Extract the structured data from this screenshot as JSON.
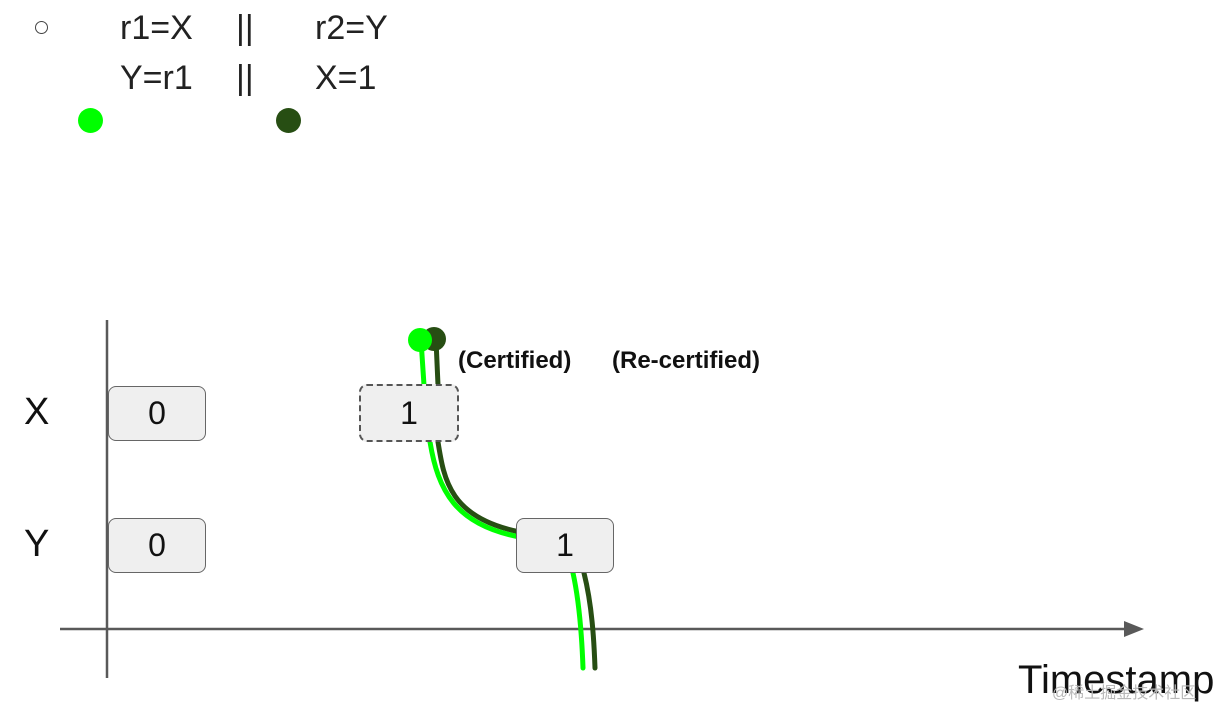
{
  "program": {
    "line1": {
      "left": "r1=X",
      "sep": "||",
      "right": "r2=Y"
    },
    "line2": {
      "left": "Y=r1",
      "sep": "||",
      "right": "X=1"
    }
  },
  "variables": [
    {
      "name": "X",
      "versions": [
        "0",
        "1"
      ]
    },
    {
      "name": "Y",
      "versions": [
        "0",
        "1"
      ]
    }
  ],
  "annotations": {
    "certified": "(Certified)",
    "recertified": "(Re-certified)"
  },
  "axis": {
    "x_label": "Timestamp"
  },
  "watermark": "@稀土掘金技术社区",
  "colors": {
    "thread1": "#00ff00",
    "thread2": "#274e13",
    "box_fill": "#efefef",
    "axis": "#595959"
  }
}
